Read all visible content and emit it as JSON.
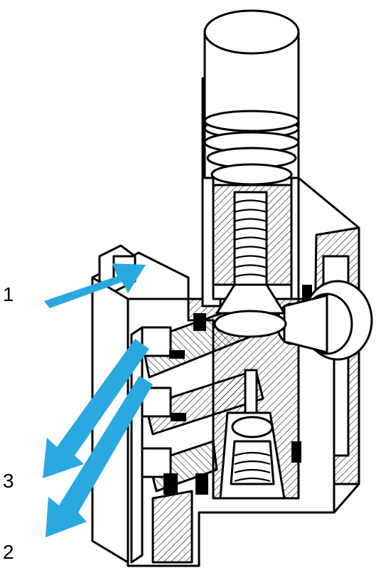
{
  "labels": {
    "port_1": "1",
    "port_3": "3",
    "port_2": "2"
  },
  "colors": {
    "arrow": "#29a9e0",
    "line": "#000000",
    "background": "#ffffff"
  },
  "flows": [
    {
      "port": "1",
      "direction": "inlet"
    },
    {
      "port": "3",
      "direction": "outlet"
    },
    {
      "port": "2",
      "direction": "outlet"
    }
  ]
}
